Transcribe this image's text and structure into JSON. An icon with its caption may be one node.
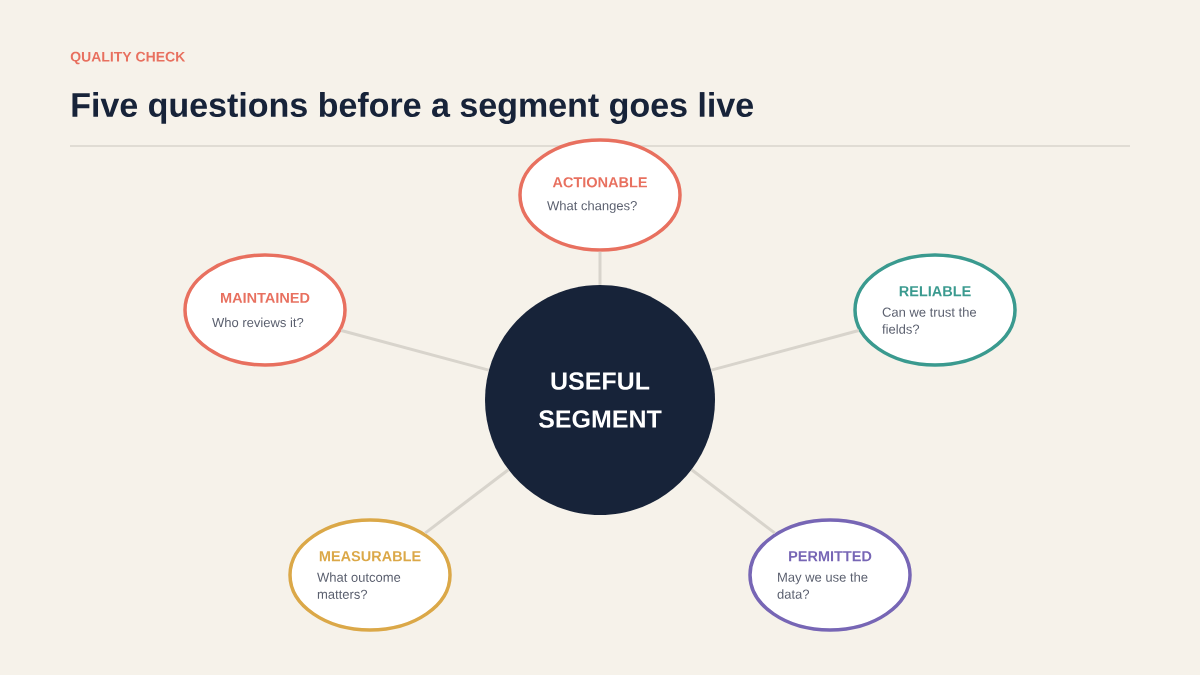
{
  "diagram": {
    "title": "Five questions before a segment goes live",
    "nodes": [
      {
        "text": [
          "USEFUL SEGMENT"
        ]
      },
      {
        "text": [
          "ACTIONABLE",
          "What changes?"
        ]
      },
      {
        "text": [
          "RELIABLE",
          "Can we trust the fields?"
        ]
      },
      {
        "text": [
          "PERMITTED",
          "May we use the data?"
        ]
      },
      {
        "text": [
          "MEASURABLE",
          "What outcome matters?"
        ]
      },
      {
        "text": [
          "MAINTAINED",
          "Who reviews it?"
        ]
      }
    ],
    "edges": [
      {
        "from": 0,
        "to": 1,
        "arrow": "none"
      },
      {
        "from": 0,
        "to": 2,
        "arrow": "none"
      },
      {
        "from": 0,
        "to": 3,
        "arrow": "none"
      },
      {
        "from": 0,
        "to": 4,
        "arrow": "none"
      },
      {
        "from": 0,
        "to": 5,
        "arrow": "none"
      }
    ],
    "labels": [
      "QUALITY CHECK"
    ]
  }
}
